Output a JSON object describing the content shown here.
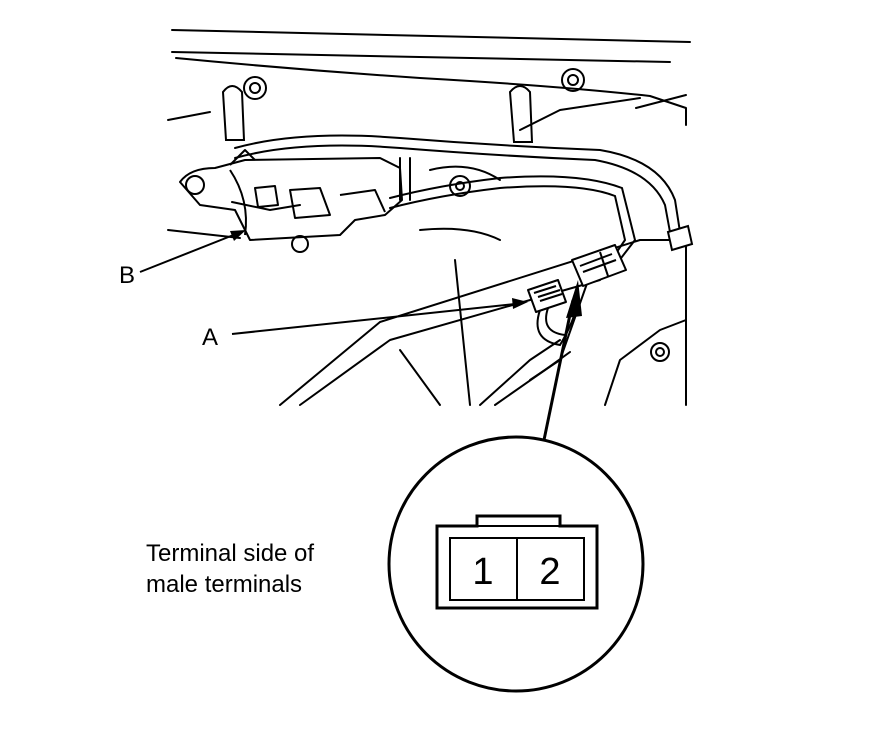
{
  "callouts": {
    "b": "B",
    "a": "A"
  },
  "caption": {
    "line1": "Terminal side of",
    "line2": "male terminals"
  },
  "connector_detail": {
    "pin_1": "1",
    "pin_2": "2"
  }
}
